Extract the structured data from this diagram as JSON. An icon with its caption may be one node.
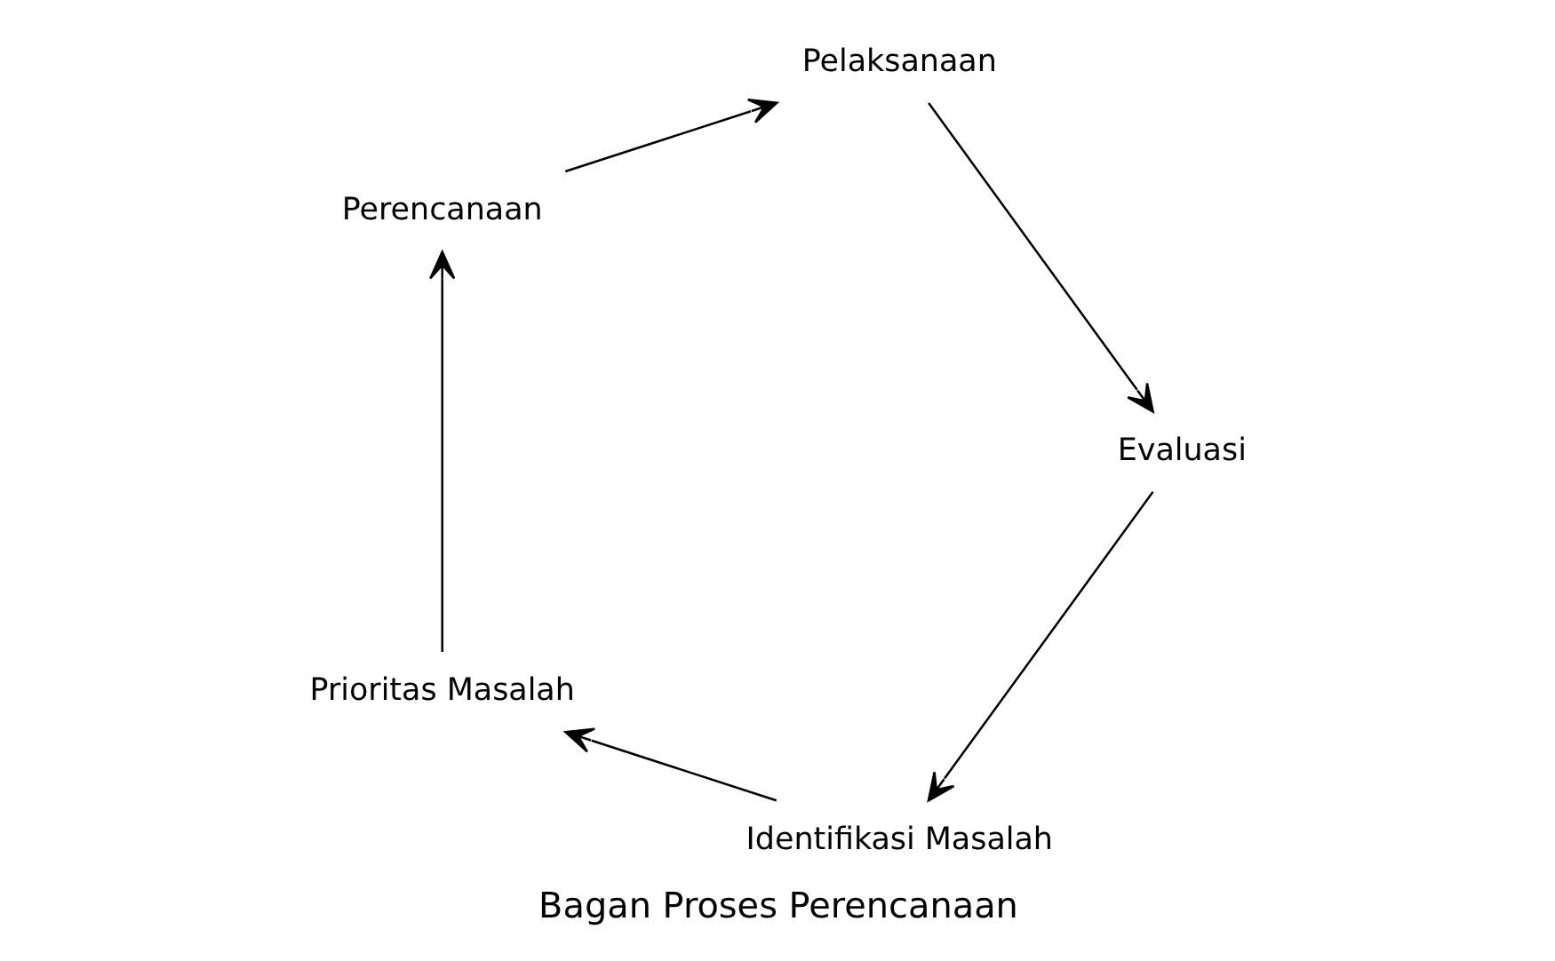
{
  "diagram": {
    "title": "Bagan Proses Perencanaan",
    "nodes": [
      {
        "text": [
          "Identifikasi Masalah"
        ]
      },
      {
        "text": [
          "Prioritas Masalah"
        ]
      },
      {
        "text": [
          "Perencanaan"
        ]
      },
      {
        "text": [
          "Pelaksanaan"
        ]
      },
      {
        "text": [
          "Evaluasi"
        ]
      }
    ],
    "edges": [
      {
        "from": 4,
        "to": 0,
        "arrow": "to"
      },
      {
        "from": 0,
        "to": 1,
        "arrow": "to"
      },
      {
        "from": 1,
        "to": 2,
        "arrow": "to"
      },
      {
        "from": 2,
        "to": 3,
        "arrow": "to"
      },
      {
        "from": 3,
        "to": 4,
        "arrow": "to"
      }
    ]
  }
}
